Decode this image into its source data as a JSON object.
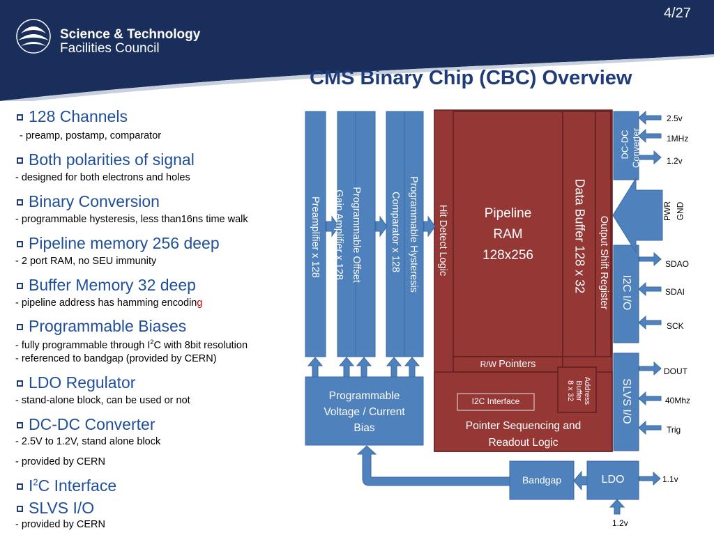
{
  "header": {
    "slide_number": "4/27",
    "logo_line1": "Science & Technology",
    "logo_line2": "Facilities Council",
    "title": "CMS Binary Chip (CBC) Overview"
  },
  "bullets": [
    {
      "heading": "128 Channels",
      "sub": [
        "- preamp, postamp, comparator"
      ]
    },
    {
      "heading": "Both polarities of signal",
      "sub": [
        "- designed for both electrons and holes"
      ]
    },
    {
      "heading": "Binary Conversion",
      "sub": [
        "- programmable hysteresis, less than16ns time walk"
      ]
    },
    {
      "heading": "Pipeline memory 256 deep",
      "sub": [
        "- 2 port RAM, no SEU immunity"
      ]
    },
    {
      "heading": "Buffer Memory 32 deep",
      "sub": [
        "- pipeline address has hamming encodin",
        "g"
      ]
    },
    {
      "heading": "Programmable Biases",
      "sub": [
        "- fully programmable through I",
        "2",
        "C with 8bit resolution",
        "- referenced to bandgap (provided by CERN)"
      ]
    },
    {
      "heading": "LDO Regulator",
      "sub": [
        "- stand-alone block, can be used or not"
      ]
    },
    {
      "heading": "DC-DC Converter",
      "sub": [
        "- 2.5V to 1.2V, stand alone block",
        "- provided by CERN"
      ]
    },
    {
      "heading": "I",
      "heading_sup": "2",
      "heading_rest": "C Interface"
    },
    {
      "heading": "SLVS I/O",
      "sub": [
        "- provided by CERN"
      ]
    }
  ],
  "diagram": {
    "preamp": "Preamplifier x 128",
    "gain_amp_l1": "Programmable Offset",
    "gain_amp_l2": "Gain Amplifier x 128",
    "comparator_l1": "Programmable Hysteresis",
    "comparator_l2": "Comparator x 128",
    "hit_detect": "Hit Detect Logic",
    "pipeline_l1": "Pipeline",
    "pipeline_l2": "RAM",
    "pipeline_l3": "128x256",
    "data_buffer": "Data Buffer 128 x 32",
    "output_shift": "Output Shift Register",
    "rw_pointers_prefix": "R/W ",
    "rw_pointers": "Pointers",
    "addr_buf_l1": "Address",
    "addr_buf_l2": "Buffer",
    "addr_buf_l3": "8 x 32",
    "i2c_interface": "I2C Interface",
    "pointer_seq_l1": "Pointer Sequencing and",
    "pointer_seq_l2": "Readout Logic",
    "prog_bias_l1": "Programmable",
    "prog_bias_l2": "Voltage / Current",
    "prog_bias_l3": "Bias",
    "dcdc_l1": "DC-DC",
    "dcdc_l2": "Converter",
    "i2c_io": "I2C I/O",
    "slvs_io": "SLVS I/O",
    "bandgap": "Bandgap",
    "ldo": "LDO",
    "pins": {
      "v25": "2.5v",
      "mhz1": "1MHz",
      "v12": "1.2v",
      "pwr": "PWR",
      "gnd": "GND",
      "sdao": "SDAO",
      "sdai": "SDAI",
      "sck": "SCK",
      "dout": "DOUT",
      "mhz40": "40Mhz",
      "trig": "Trig",
      "v11": "1.1v",
      "v12b": "1.2v"
    }
  },
  "colors": {
    "header_bg": "#1a2e5c",
    "title": "#1f3b78",
    "block_blue": "#4f81bd",
    "block_red": "#953735"
  }
}
